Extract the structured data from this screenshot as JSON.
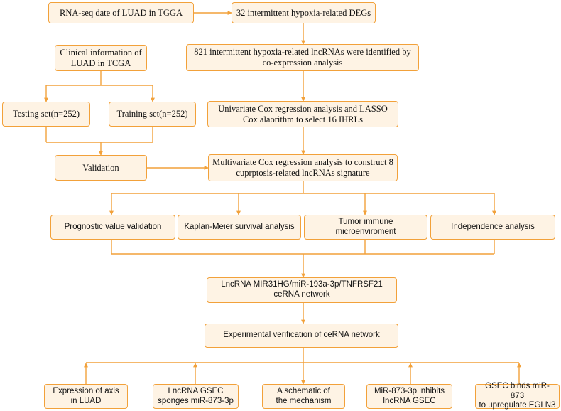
{
  "boxes": {
    "rnaseq": "RNA-seq date of LUAD in TGGA",
    "degs": "32 intermittent hypoxia-related DEGs",
    "clinical": "Clinical information of\nLUAD in TCGA",
    "lncrnas": "821 intermittent hypoxia-related lncRNAs were identified by\nco-expression analysis",
    "testing": "Testing set(n=252)",
    "training": "Training set(n=252)",
    "univariate": "Univariate Cox regression analysis and LASSO\nCox alaorithm to select 16 IHRLs",
    "validation": "Validation",
    "multivariate": "Multivariate Cox regression analysis to construct 8\ncuprptosis-related lncRNAs signature",
    "prognostic": "Prognostic value validation",
    "kaplan": "Kaplan-Meier survival analysis",
    "tumor": "Tumor immune microenviroment",
    "independence": "Independence analysis",
    "cerna": "LncRNA MIR31HG/miR-193a-3p/TNFRSF21\nceRNA network",
    "experimental": "Experimental verification of ceRNA network",
    "expression": "Expression of axis\nin LUAD",
    "gsec_sponges": "LncRNA GSEC\nsponges miR-873-3p",
    "schematic": "A schematic of\nthe mechanism",
    "inhibits": "MiR-873-3p inhibits\nlncRNA GSEC",
    "binds": "GSEC binds miR-873\nto upregulate EGLN3"
  },
  "colors": {
    "stroke": "#f2a13a",
    "fill": "#fef3e4",
    "text": "#111111"
  }
}
